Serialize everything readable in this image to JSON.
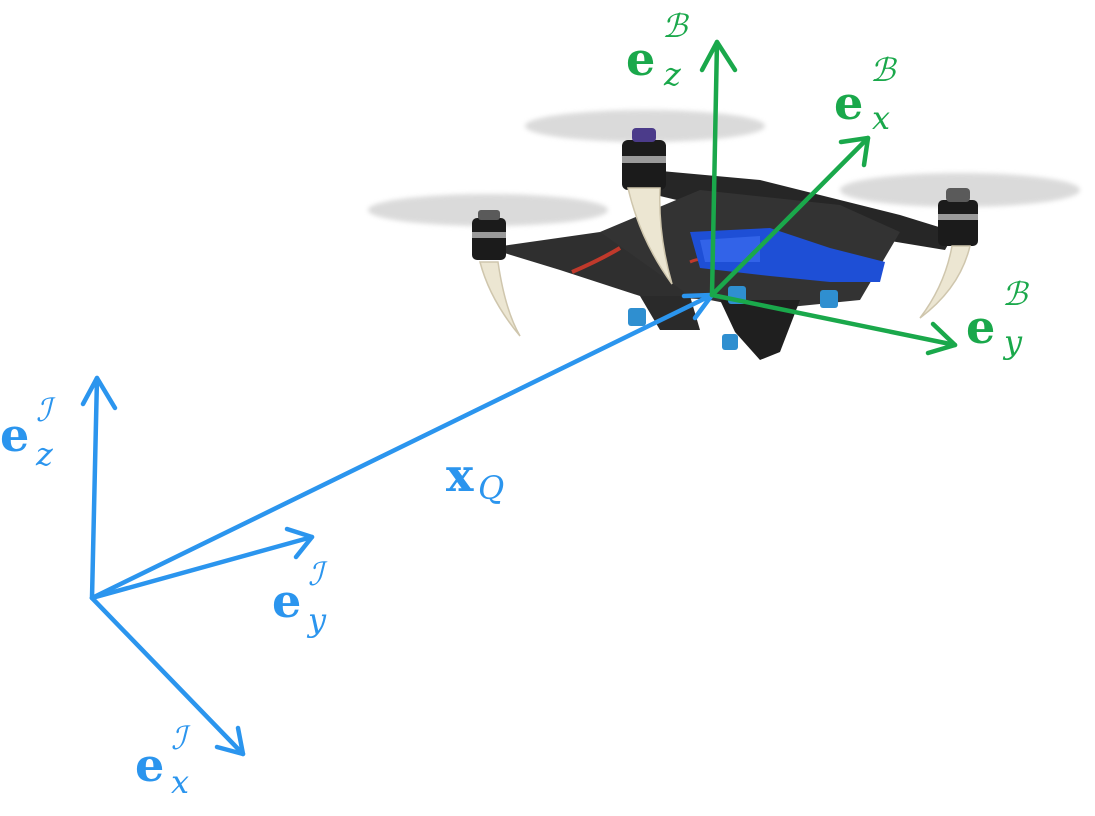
{
  "colors": {
    "inertial": "#2b95ee",
    "body": "#1aa84b",
    "frame": "#2b2b2b",
    "propeller": "#cfcfcf",
    "canopy": "#1e4fd6",
    "landing_leg": "#ece6d2",
    "damper": "#2f8fd0"
  },
  "labels": {
    "inertial_z": {
      "base": "e",
      "sup": "ℐ",
      "sub": "z"
    },
    "inertial_y": {
      "base": "e",
      "sup": "ℐ",
      "sub": "y"
    },
    "inertial_x": {
      "base": "e",
      "sup": "ℐ",
      "sub": "x"
    },
    "position": {
      "base": "x",
      "sub": "Q"
    },
    "body_z": {
      "base": "e",
      "sup": "ℬ",
      "sub": "z"
    },
    "body_x": {
      "base": "e",
      "sup": "ℬ",
      "sub": "x"
    },
    "body_y": {
      "base": "e",
      "sup": "ℬ",
      "sub": "y"
    }
  },
  "icons": [
    "quadrotor-icon",
    "propeller-icon",
    "arrowhead-icon"
  ]
}
